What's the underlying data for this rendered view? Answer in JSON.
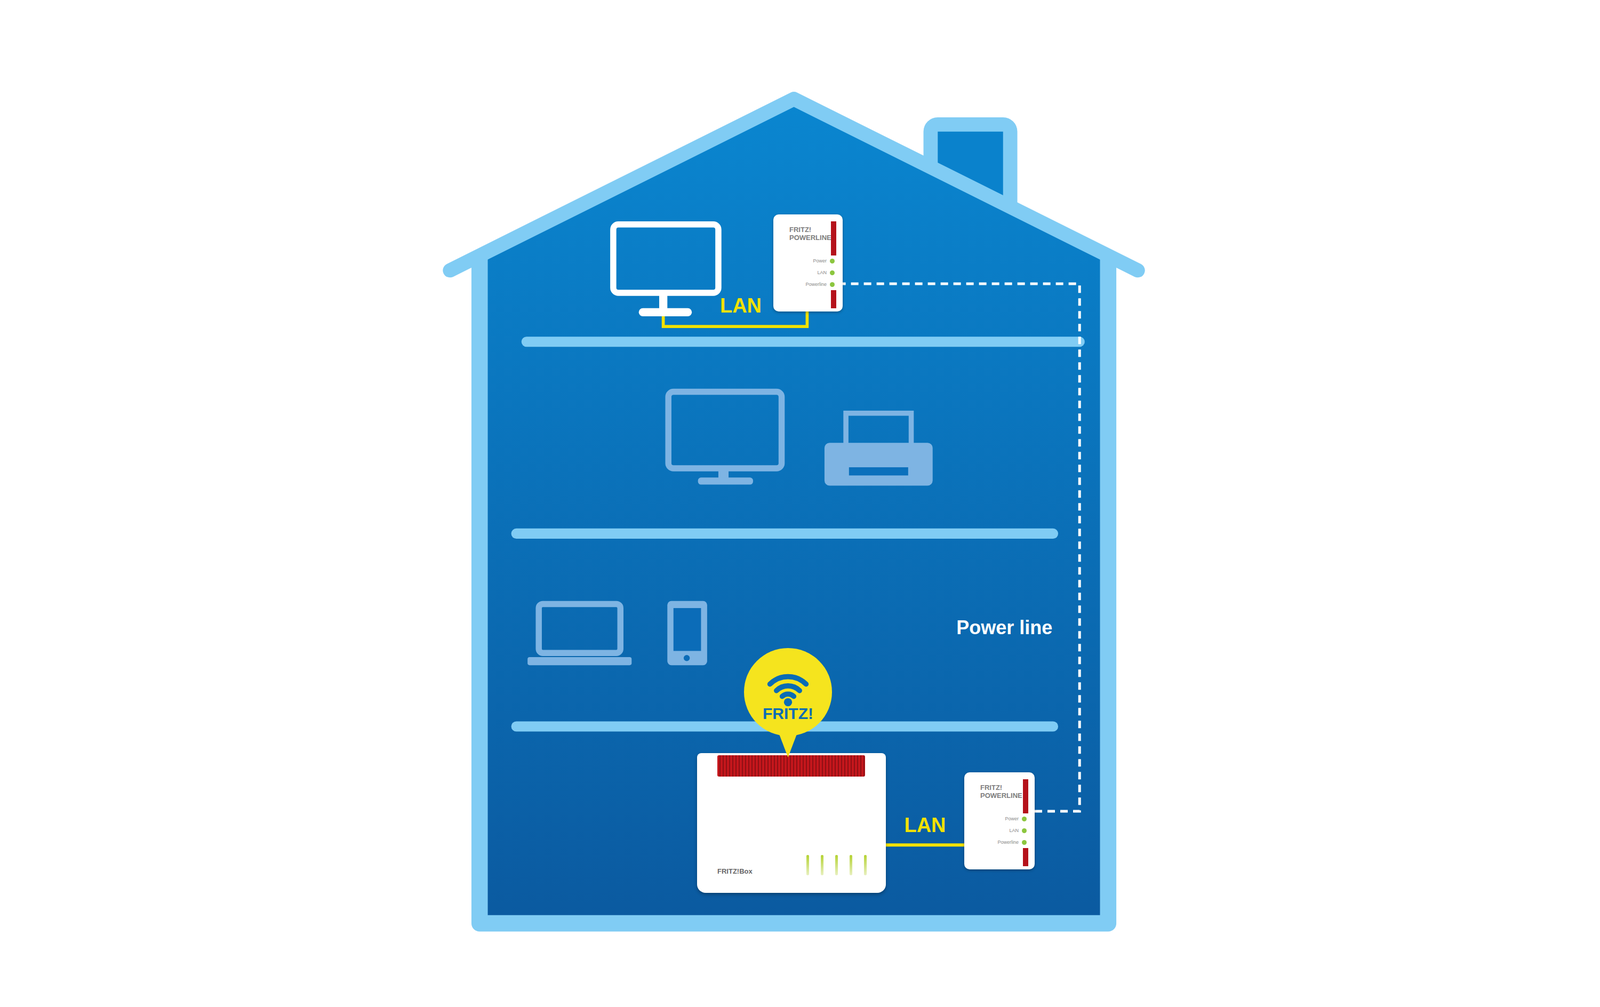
{
  "diagram": {
    "nodes": [
      {
        "text": [
          "FRITZ! POWERLINE",
          "Power",
          "LAN",
          "Powerline"
        ]
      },
      {
        "text": [
          "FRITZ!"
        ]
      },
      {
        "text": [
          "FRITZ!Box"
        ]
      },
      {
        "text": [
          "FRITZ! POWERLINE",
          "Power",
          "LAN",
          "Powerline"
        ]
      }
    ],
    "edges": [
      {
        "from": 2,
        "to": 3,
        "arrow": "none",
        "label": "LAN"
      },
      {
        "from": 3,
        "to": 0,
        "arrow": "none",
        "label": "Power line"
      }
    ],
    "labels": [
      "LAN"
    ]
  }
}
